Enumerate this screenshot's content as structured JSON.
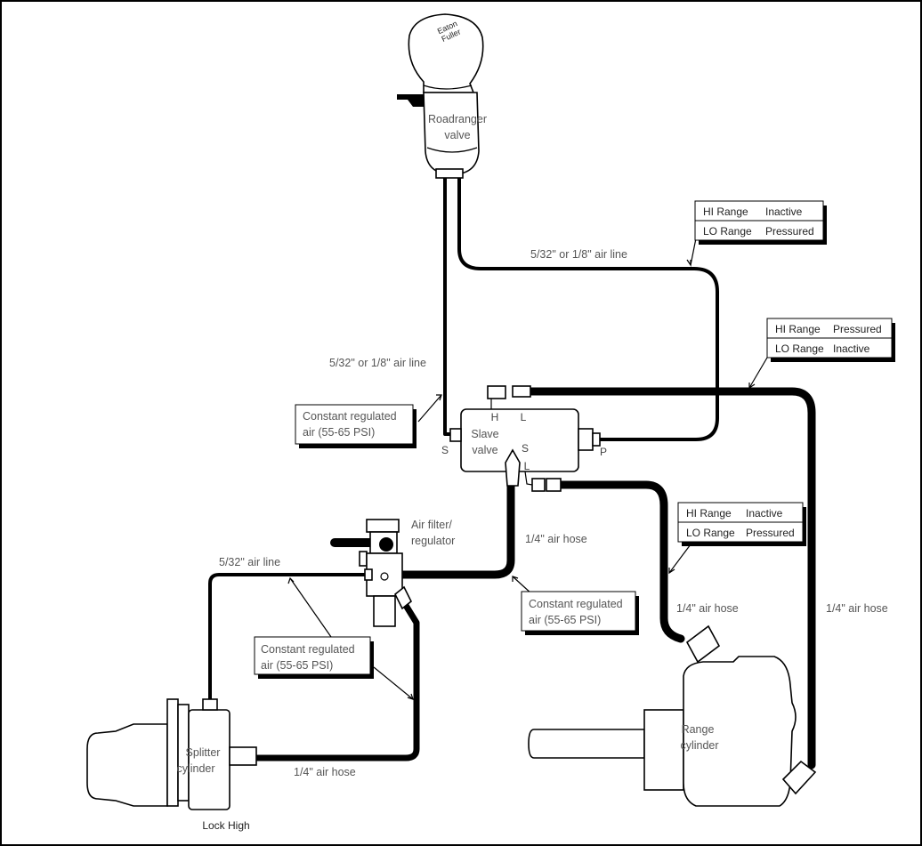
{
  "shifter": {
    "brand_text_1": "Eaton",
    "brand_text_2": "Fuller",
    "label_line1": "Roadranger",
    "label_line2": "valve"
  },
  "slave_valve": {
    "label_line1": "Slave",
    "label_line2": "valve",
    "port_h": "H",
    "port_l_top": "L",
    "port_s_left": "S",
    "port_s_bottom": "S",
    "port_l_bottom": "L",
    "port_p": "P"
  },
  "air_filter": {
    "label_line1": "Air filter/",
    "label_line2": "regulator"
  },
  "splitter": {
    "label_line1": "Splitter",
    "label_line2": "cylinder",
    "lock_label": "Lock High"
  },
  "range_cylinder": {
    "label_line1": "Range",
    "label_line2": "cylinder"
  },
  "line_labels": {
    "top_air_line": "5/32\" or 1/8\" air line",
    "left_air_line": "5/32\" or 1/8\" air line",
    "splitter_air_line": "5/32\" air line",
    "hose_center": "1/4\" air hose",
    "hose_range": "1/4\" air hose",
    "hose_right": "1/4\" air hose",
    "hose_splitter": "1/4\" air hose"
  },
  "callouts": {
    "box1": {
      "row1_name": "HI Range",
      "row1_state": "Inactive",
      "row2_name": "LO Range",
      "row2_state": "Pressured"
    },
    "box2": {
      "row1_name": "HI Range",
      "row1_state": "Pressured",
      "row2_name": "LO Range",
      "row2_state": "Inactive"
    },
    "box3": {
      "row1_name": "HI Range",
      "row1_state": "Inactive",
      "row2_name": "LO Range",
      "row2_state": "Pressured"
    },
    "constant_1_line1": "Constant regulated",
    "constant_1_line2": "air (55-65 PSI)",
    "constant_2_line1": "Constant regulated",
    "constant_2_line2": "air (55-65 PSI)",
    "constant_3_line1": "Constant regulated",
    "constant_3_line2": "air (55-65 PSI)"
  }
}
